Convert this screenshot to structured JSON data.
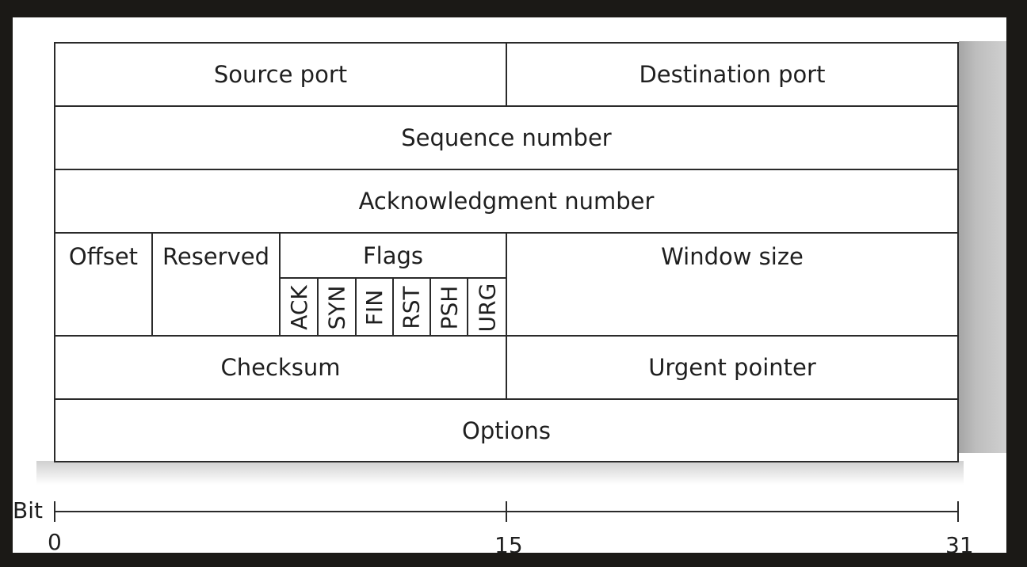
{
  "header_rows": {
    "row1": {
      "left": "Source port",
      "right": "Destination port"
    },
    "row2": {
      "full": "Sequence number"
    },
    "row3": {
      "full": "Acknowledgment number"
    },
    "row4": {
      "offset": "Offset",
      "reserved": "Reserved",
      "flags_title": "Flags",
      "flags": [
        "ACK",
        "SYN",
        "FIN",
        "RST",
        "PSH",
        "URG"
      ],
      "window": "Window size"
    },
    "row5": {
      "left": "Checksum",
      "right": "Urgent pointer"
    },
    "row6": {
      "full": "Options"
    }
  },
  "bit_axis": {
    "label": "Bit",
    "ticks": [
      "0",
      "15",
      "31"
    ]
  }
}
